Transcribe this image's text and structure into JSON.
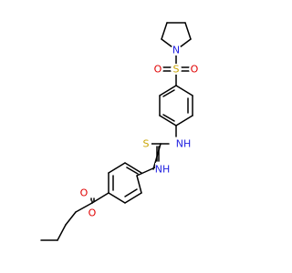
{
  "atoms": {
    "nitrogen_ring": {
      "symbol": "N",
      "color": "#1f1fe0"
    },
    "sulfur": {
      "symbol": "S",
      "color": "#c9a400"
    },
    "oxygen_left": {
      "symbol": "O",
      "color": "#e00000"
    },
    "oxygen_right": {
      "symbol": "O",
      "color": "#e00000"
    },
    "amine_upper": {
      "symbol": "NH",
      "color": "#1f1fe0"
    },
    "thione_sulfur": {
      "symbol": "S",
      "color": "#c9a400"
    },
    "amine_lower": {
      "symbol": "NH",
      "color": "#1f1fe0"
    },
    "carbonyl_oxygen": {
      "symbol": "O",
      "color": "#e00000"
    },
    "ester_oxygen": {
      "symbol": "O",
      "color": "#e00000"
    }
  },
  "bond_color": "#000000"
}
